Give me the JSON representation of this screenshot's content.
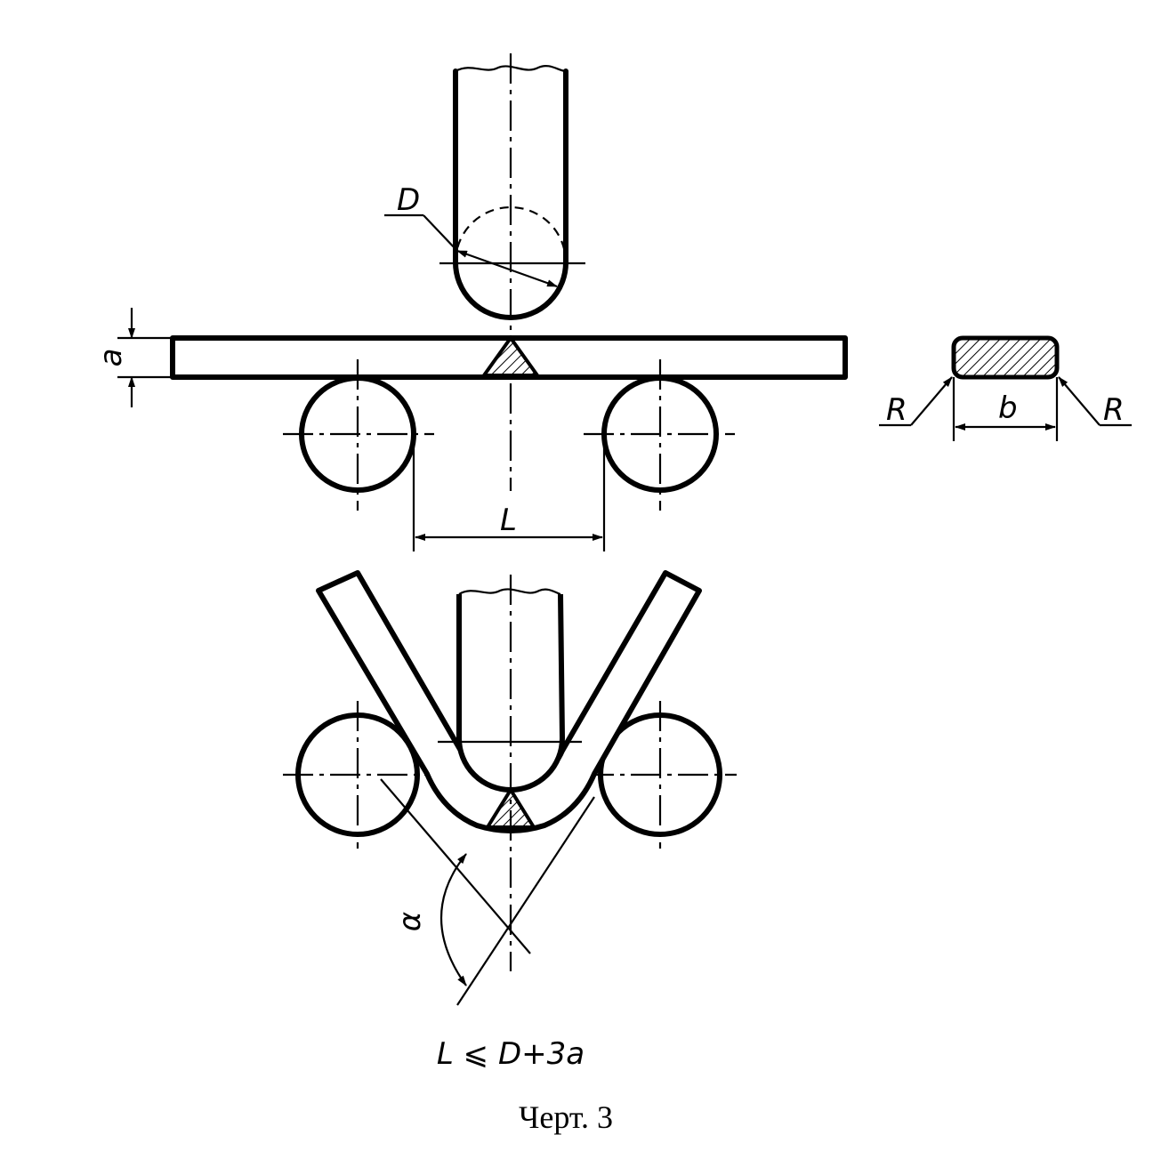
{
  "labels": {
    "diameter": "D",
    "thickness": "a",
    "span": "L",
    "radius_left": "R",
    "radius_right": "R",
    "width": "b",
    "angle": "α"
  },
  "formula": "L ⩽ D+3a",
  "caption": "Черт. 3"
}
